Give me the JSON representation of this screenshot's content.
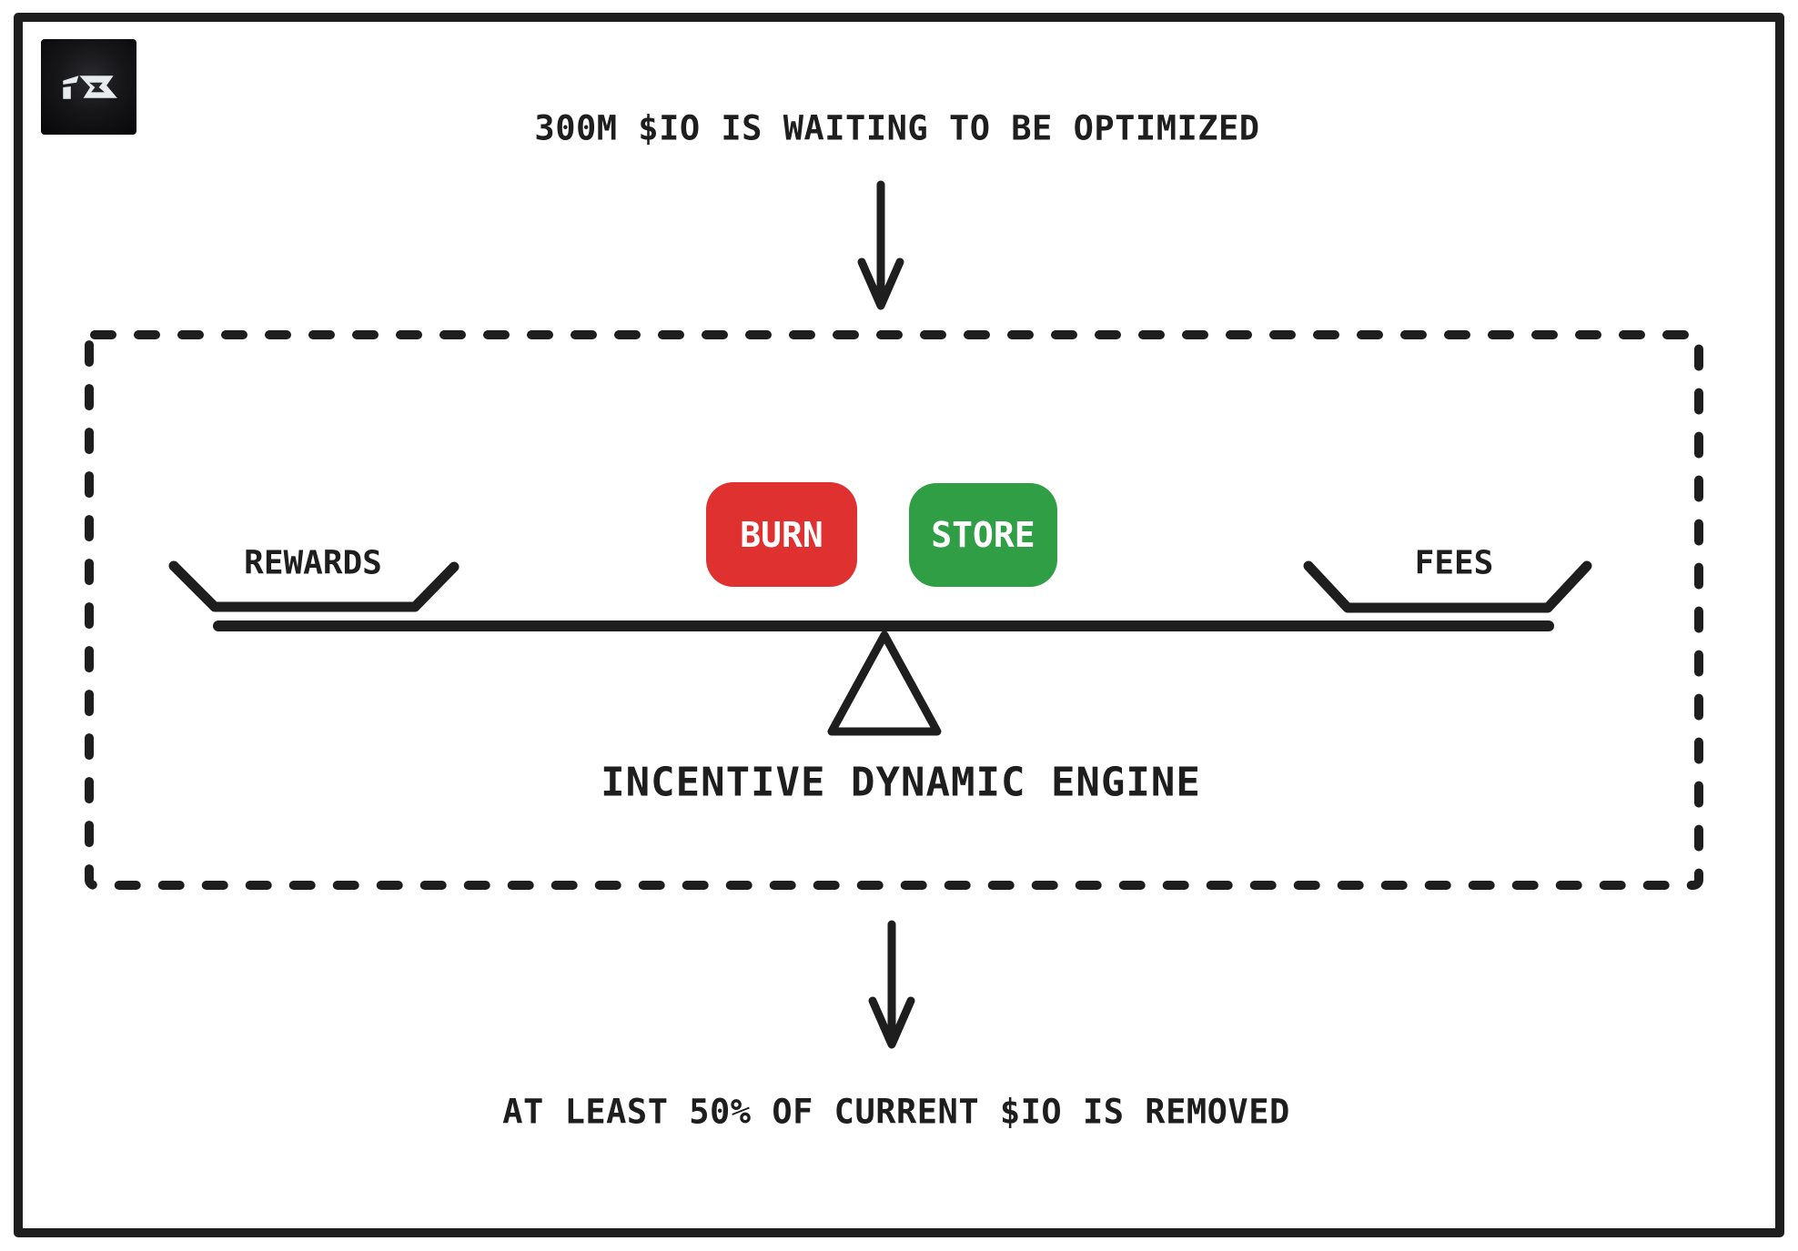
{
  "colors": {
    "ink": "#1e1e1e",
    "burn_red": "#e03131",
    "store_green": "#2f9e44",
    "background": "#ffffff",
    "button_text": "#ffffff",
    "logo_bg": "#0b0b0d",
    "logo_mark": "#e7ebee"
  },
  "header": {
    "logo_icon": "io-net-logo",
    "caption": "300M $IO IS WAITING TO BE OPTIMIZED"
  },
  "engine_box": {
    "title": "INCENTIVE DYNAMIC ENGINE",
    "left_tray_label": "REWARDS",
    "right_tray_label": "FEES",
    "burn_button_label": "BURN",
    "store_button_label": "STORE"
  },
  "footer": {
    "caption": "AT LEAST 50% OF CURRENT $IO IS REMOVED"
  },
  "icons": {
    "top_arrow": "arrow-down",
    "bottom_arrow": "arrow-down"
  }
}
